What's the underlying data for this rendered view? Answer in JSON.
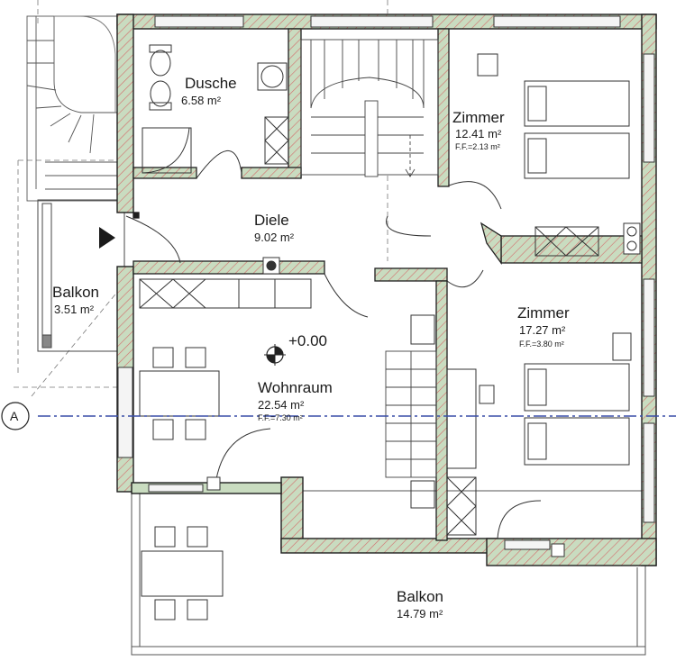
{
  "plan": {
    "rooms": {
      "dusche": {
        "name": "Dusche",
        "area": "6.58 m²"
      },
      "diele": {
        "name": "Diele",
        "area": "9.02 m²"
      },
      "zimmer_top": {
        "name": "Zimmer",
        "area": "12.41 m²",
        "ff": "F.F.=2.13 m²"
      },
      "zimmer_bottom": {
        "name": "Zimmer",
        "area": "17.27 m²",
        "ff": "F.F.=3.80 m²"
      },
      "wohnraum": {
        "name": "Wohnraum",
        "area": "22.54 m²",
        "ff": "F.F.=7.30 m²"
      },
      "balkon_left": {
        "name": "Balkon",
        "area": "3.51 m²"
      },
      "balkon_bottom": {
        "name": "Balkon",
        "area": "14.79 m²"
      }
    },
    "level_marker": "+0.00",
    "section_axis": "A",
    "colors": {
      "wall_fill": "#c9dcc0",
      "wall_line": "#1f1f1f",
      "hatch": "#d46a6a",
      "axis": "#3a4fa8",
      "thin": "#555555"
    }
  }
}
